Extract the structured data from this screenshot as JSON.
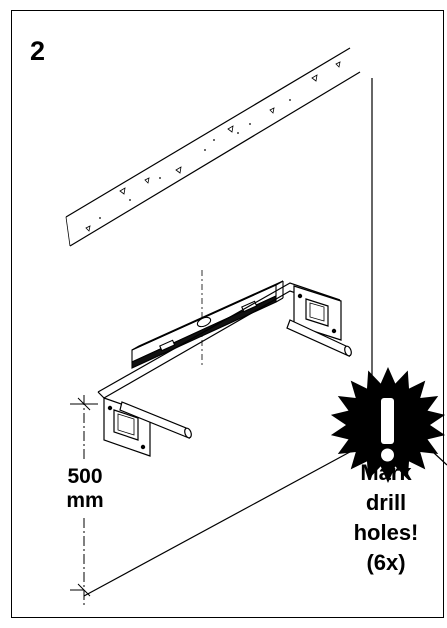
{
  "step": {
    "number": "2"
  },
  "dimension": {
    "value": "500",
    "unit": "mm"
  },
  "callout": {
    "icon": "exclamation-burst-icon",
    "lines": [
      "Mark",
      "drill",
      "holes!",
      "(6x)"
    ]
  },
  "colors": {
    "line": "#000000",
    "background": "#ffffff"
  }
}
